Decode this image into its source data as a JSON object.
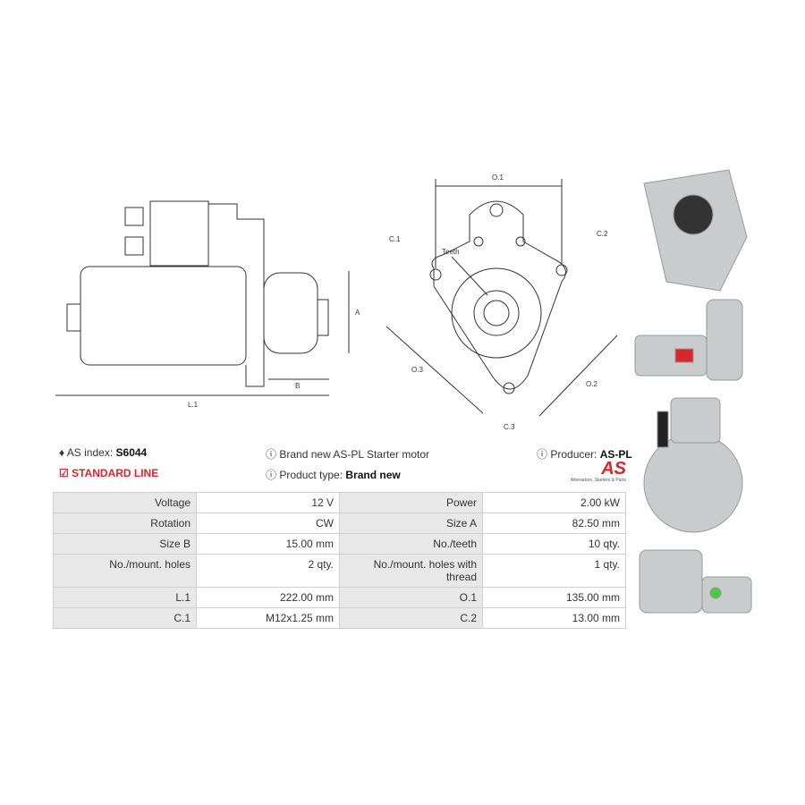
{
  "diagram_labels": {
    "o1": "O.1",
    "o2": "O.2",
    "o3": "O.3",
    "c1": "C.1",
    "c2": "C.2",
    "c3": "C.3",
    "teeth": "Teeth",
    "a": "A",
    "b": "B",
    "l1": "L.1"
  },
  "info": {
    "as_index_label": "AS index:",
    "as_index_value": "S6044",
    "line": "STANDARD LINE",
    "description": "Brand new AS-PL Starter motor",
    "product_type_label": "Product type:",
    "product_type_value": "Brand new",
    "producer_label": "Producer:",
    "producer_value": "AS-PL",
    "logo_text": "AS",
    "logo_tagline": "Alternators, Starters & Parts"
  },
  "colors": {
    "accent": "#d7262c"
  },
  "specs": [
    [
      {
        "k": "Voltage",
        "v": "12 V"
      },
      {
        "k": "Power",
        "v": "2.00 kW"
      }
    ],
    [
      {
        "k": "Rotation",
        "v": "CW"
      },
      {
        "k": "Size A",
        "v": "82.50 mm"
      }
    ],
    [
      {
        "k": "Size B",
        "v": "15.00 mm"
      },
      {
        "k": "No./teeth",
        "v": "10 qty."
      }
    ],
    [
      {
        "k": "No./mount. holes",
        "v": "2 qty."
      },
      {
        "k": "No./mount. holes with thread",
        "v": "1 qty."
      }
    ],
    [
      {
        "k": "L.1",
        "v": "222.00 mm"
      },
      {
        "k": "O.1",
        "v": "135.00 mm"
      }
    ],
    [
      {
        "k": "C.1",
        "v": "M12x1.25 mm"
      },
      {
        "k": "C.2",
        "v": "13.00 mm"
      }
    ]
  ]
}
